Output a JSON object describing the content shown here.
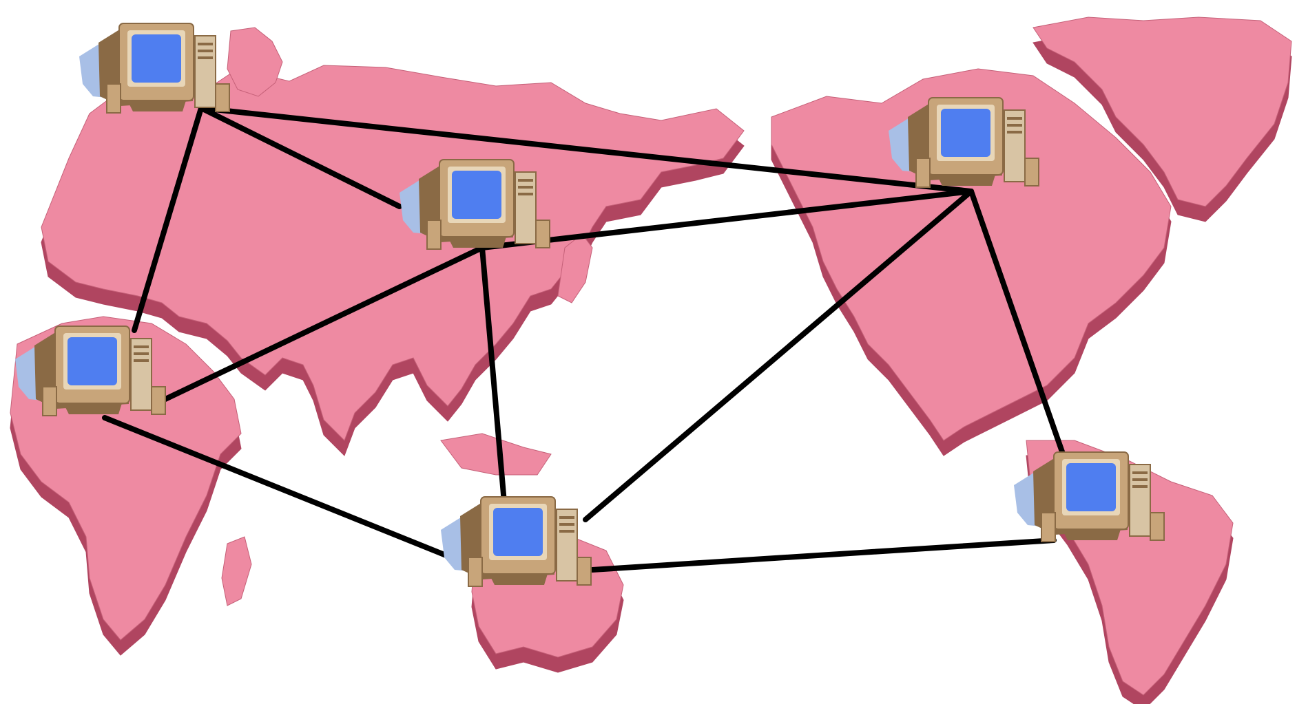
{
  "diagram": {
    "kind": "network-topology",
    "background_color": "#ffffff",
    "map_fill_color": "#ee8aa2",
    "map_side_color": "#b04560",
    "map_edge_color": "#c56078",
    "link_color": "#000000",
    "computer_case_color": "#c8a57a",
    "computer_case_dark_color": "#8a6a45",
    "computer_shadow_color": "#a8bfe6",
    "computer_screen_color": "#4f7ef0",
    "nodes": [
      {
        "id": "north-europe",
        "icon": "computer-icon"
      },
      {
        "id": "central-asia",
        "icon": "computer-icon"
      },
      {
        "id": "east-asia",
        "icon": "computer-icon"
      },
      {
        "id": "west-africa",
        "icon": "computer-icon"
      },
      {
        "id": "south-east-asia",
        "icon": "computer-icon"
      },
      {
        "id": "south-america",
        "icon": "computer-icon"
      }
    ],
    "links": [
      {
        "from": "north-europe",
        "to": "central-asia"
      },
      {
        "from": "north-europe",
        "to": "east-asia"
      },
      {
        "from": "north-europe",
        "to": "west-africa"
      },
      {
        "from": "central-asia",
        "to": "east-asia"
      },
      {
        "from": "central-asia",
        "to": "west-africa"
      },
      {
        "from": "central-asia",
        "to": "south-east-asia"
      },
      {
        "from": "west-africa",
        "to": "south-east-asia"
      },
      {
        "from": "south-east-asia",
        "to": "east-asia"
      },
      {
        "from": "south-east-asia",
        "to": "south-america"
      },
      {
        "from": "east-asia",
        "to": "south-america"
      }
    ]
  }
}
